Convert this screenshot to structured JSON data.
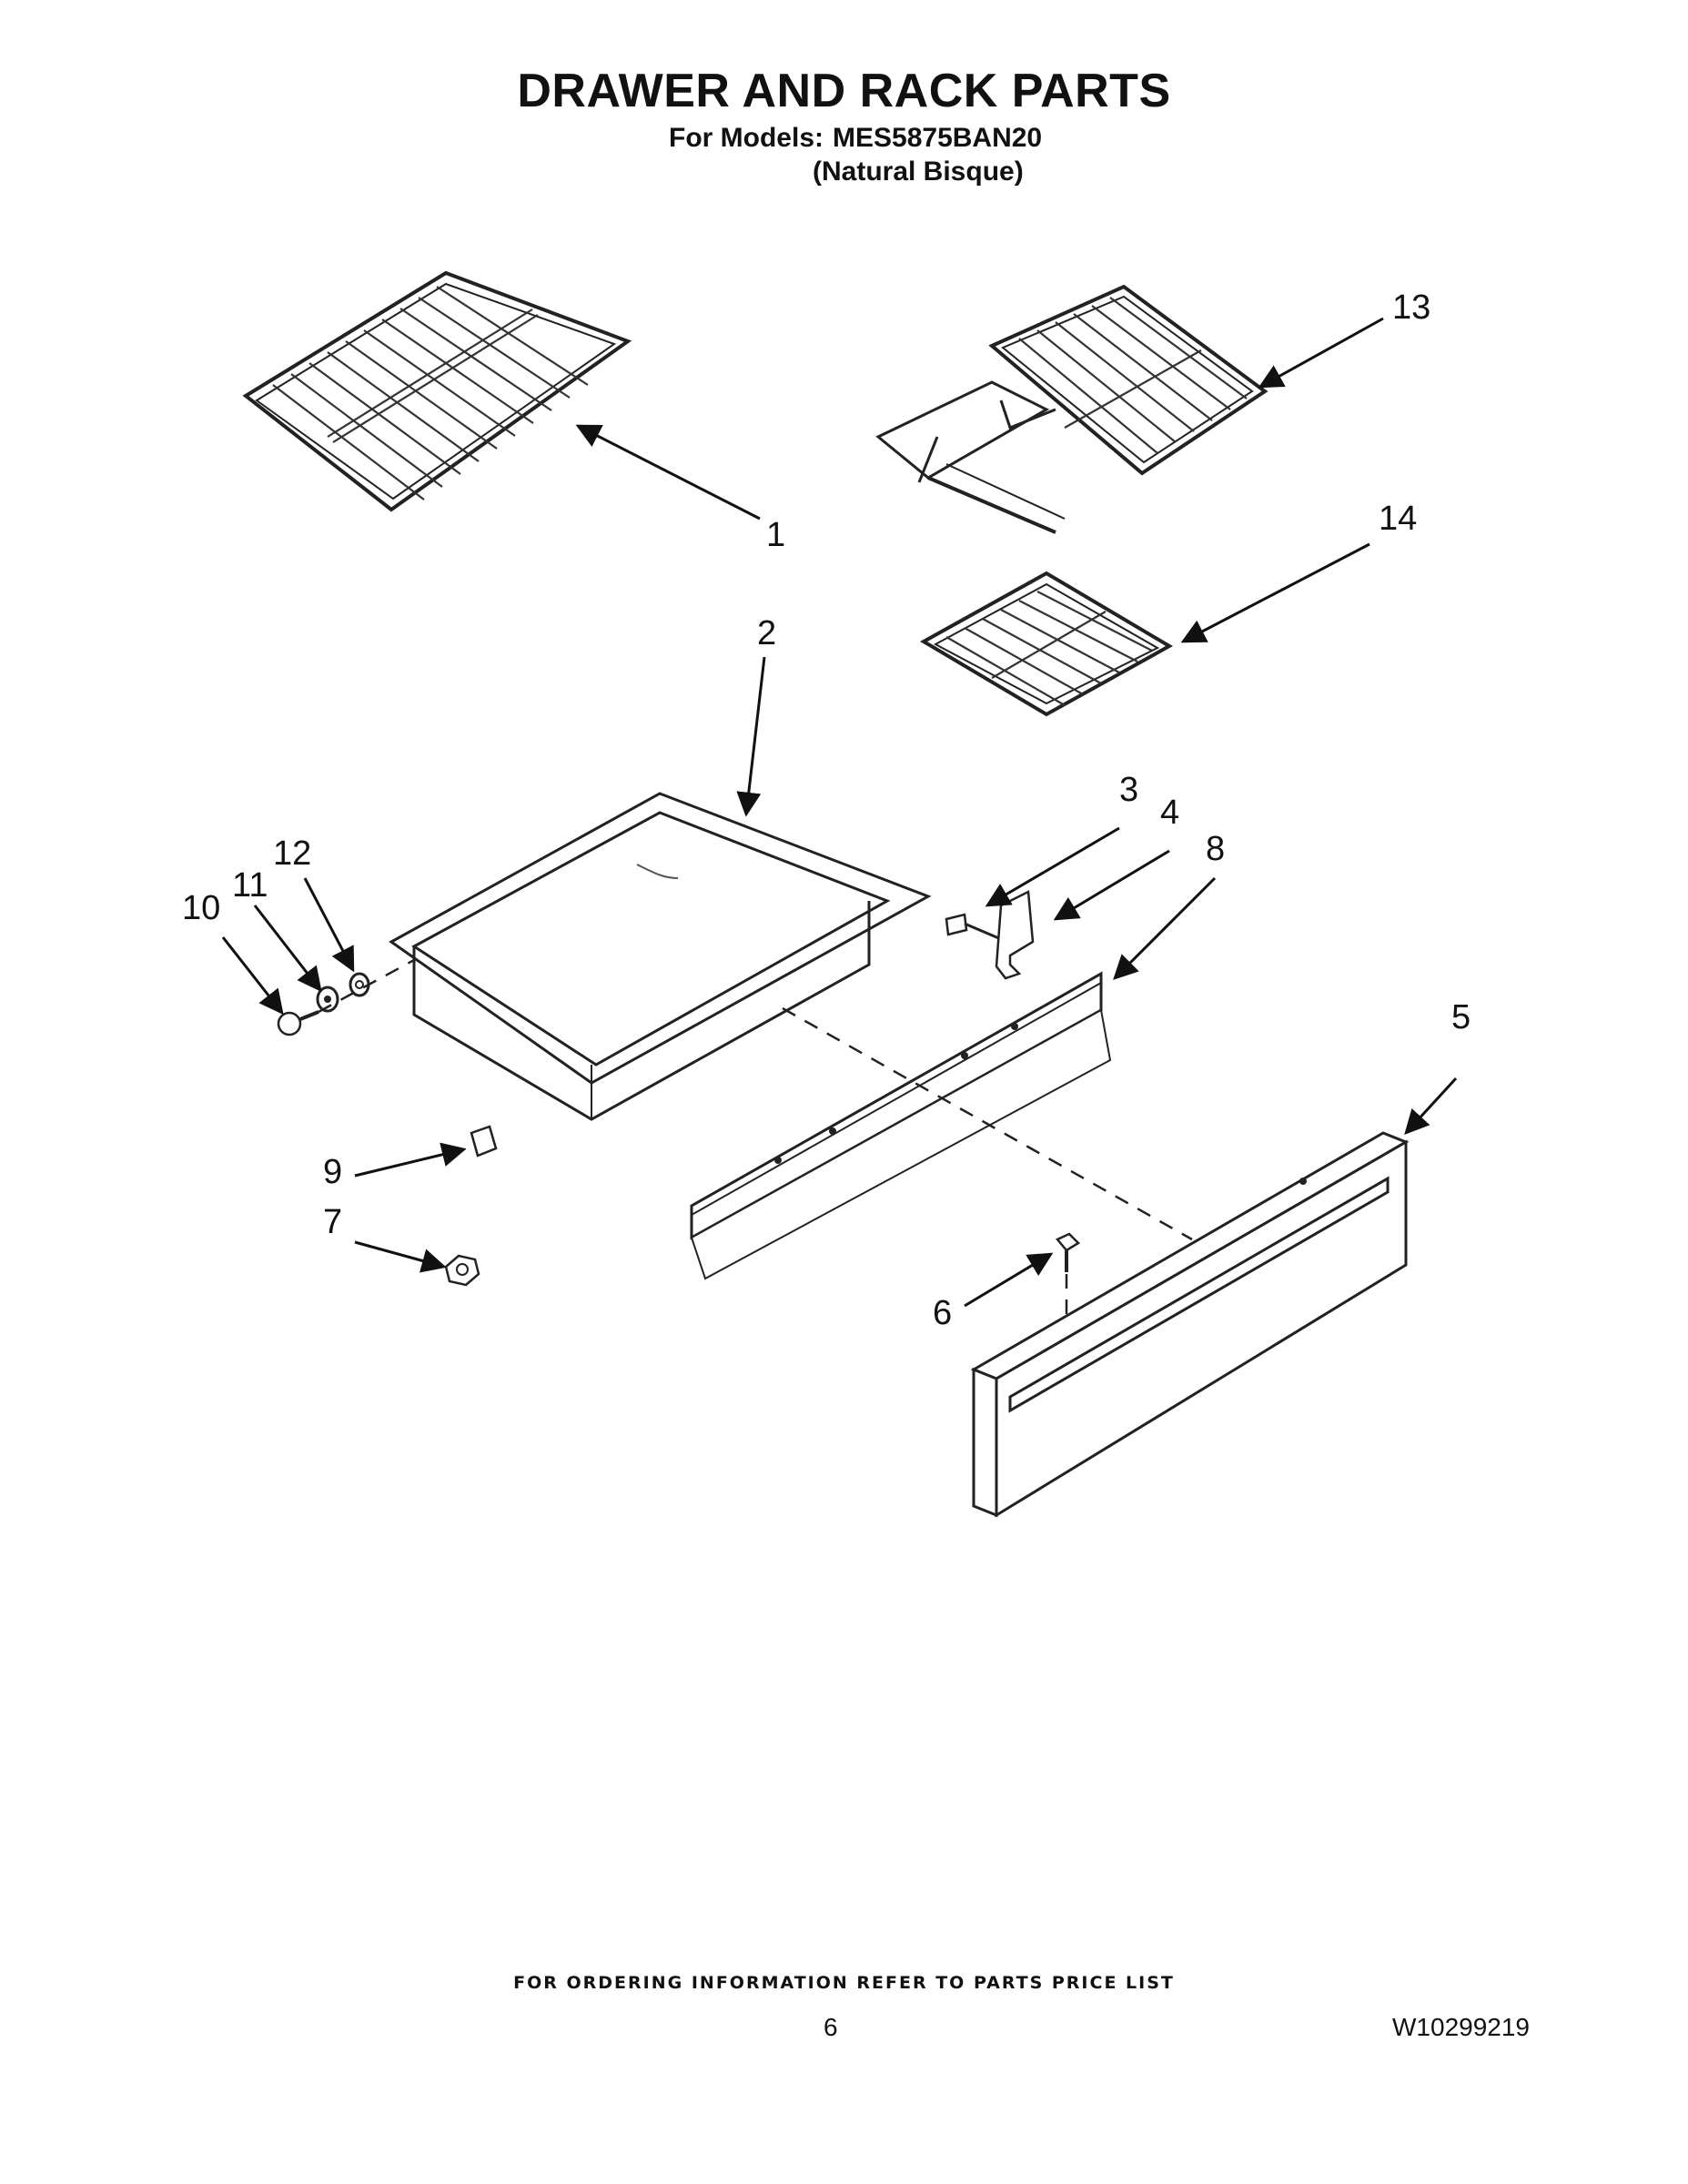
{
  "header": {
    "title": "DRAWER AND RACK PARTS",
    "models_label": "For Models:",
    "model_number": "MES5875BAN20",
    "model_variant": "(Natural Bisque)"
  },
  "callouts": {
    "c1": "1",
    "c2": "2",
    "c3": "3",
    "c4": "4",
    "c5": "5",
    "c6": "6",
    "c7": "7",
    "c8": "8",
    "c9": "9",
    "c10": "10",
    "c11": "11",
    "c12": "12",
    "c13": "13",
    "c14": "14"
  },
  "footer": {
    "note": "FOR ORDERING INFORMATION REFER TO PARTS PRICE LIST",
    "page_number": "6",
    "document_number": "W10299219"
  }
}
